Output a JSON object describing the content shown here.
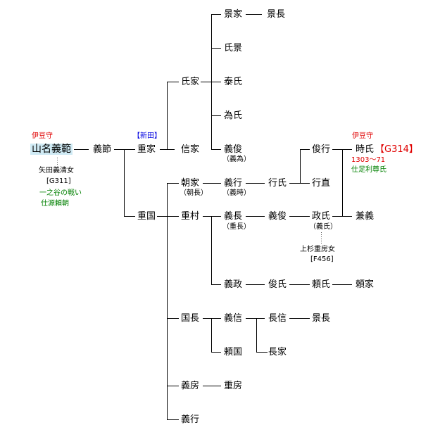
{
  "persons": {
    "yamana_yoshinori": "山名義範",
    "yoshitoki": "義節",
    "shigeie": "重家",
    "shigekuni": "重国",
    "ujiie": "氏家",
    "nobuie": "信家",
    "kageie": "景家",
    "kagenaga1": "景長",
    "ujikage": "氏景",
    "yasuuji": "泰氏",
    "tameuji": "為氏",
    "yoshitoshi1": "義俊",
    "tomoie": "朝家",
    "shigemura": "重村",
    "kuninaga": "国長",
    "yoshifusa1": "義房",
    "yoshiyuki_end": "義行",
    "yoshiyuki": "義行",
    "yukiuji": "行氏",
    "toshiyuki": "俊行",
    "yukinao": "行直",
    "tokiuji": "時氏",
    "yoshinaga": "義長",
    "yoshitoshi2": "義俊",
    "masauji": "政氏",
    "kaneyoshi": "兼義",
    "yoshimasa": "義政",
    "toshiuji": "俊氏",
    "yoriuji": "頼氏",
    "yoriie": "頼家",
    "yoshinobu": "義信",
    "naganobu": "長信",
    "kagenaga2": "景長",
    "yorikuni": "頼国",
    "nagaie": "長家",
    "shigefusa": "重房"
  },
  "aliases": {
    "yoshitame": "（義為）",
    "tomonaga": "（朝長）",
    "yoshitoki2": "（義時）",
    "shigenaga": "（重長）",
    "yoshiuji": "（義氏）"
  },
  "notes": {
    "izu_top": "伊豆守",
    "nitta": "【新田】",
    "yatada": "矢田義清女",
    "g311": "[G311]",
    "ichinotani": "一之谷の戦い",
    "tsukae_yoritomo": "仕源頼朝",
    "izu_tokiuji": "伊豆守",
    "g314": "【G314】",
    "years": "1303～71",
    "tsukae_takauji": "仕足利尊氏",
    "uesugi": "上杉重房女",
    "f456": "[F456]"
  },
  "colors": {
    "line": "#000000",
    "red": "#e00000",
    "blue": "#0000e0",
    "green": "#008000",
    "highlight": "#cfeaf4"
  }
}
